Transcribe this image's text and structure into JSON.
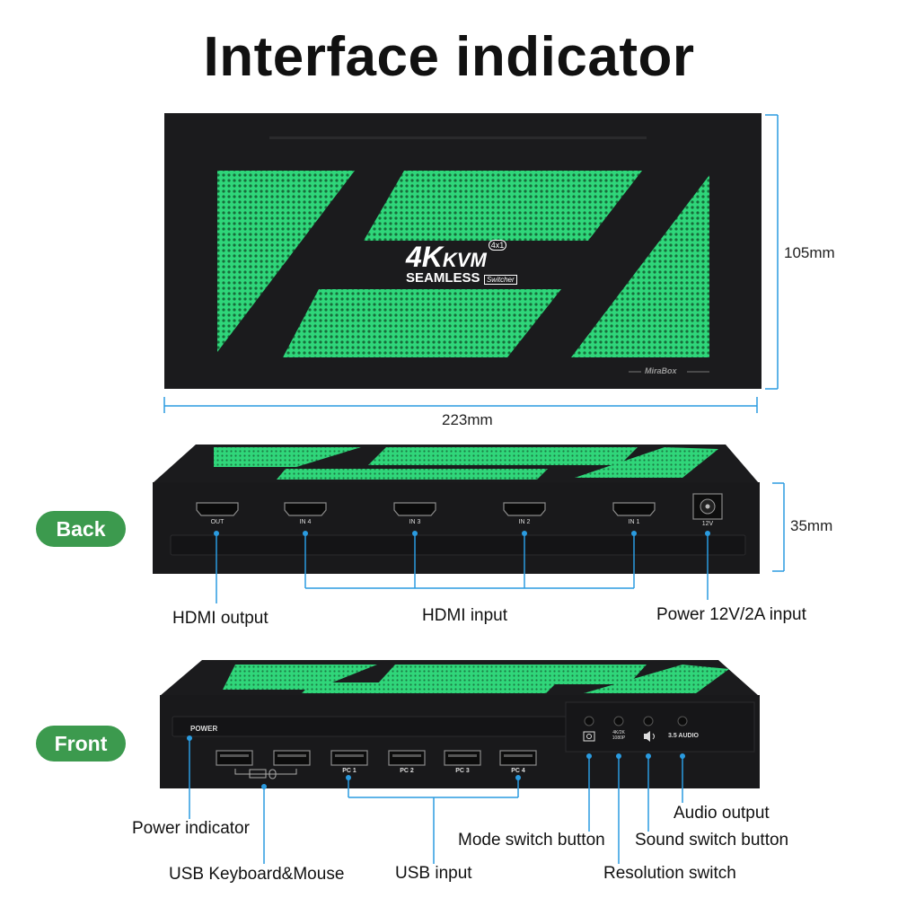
{
  "title": "Interface indicator",
  "top_view": {
    "logo": {
      "big": "4K",
      "kvm": "KVM",
      "badge": "4x1",
      "seamless": "SEAMLESS",
      "switcher": "Switcher"
    },
    "brand": "MiraBox",
    "width_dim": "223mm",
    "depth_dim": "105mm"
  },
  "back_view": {
    "pill": "Back",
    "height_dim": "35mm",
    "ports": [
      "OUT",
      "IN 4",
      "IN 3",
      "IN 2",
      "IN 1"
    ],
    "power_port": "12V",
    "callouts": {
      "hdmi_output": "HDMI output",
      "hdmi_input": "HDMI input",
      "power_input": "Power 12V/2A input"
    }
  },
  "front_view": {
    "pill": "Front",
    "power_text": "POWER",
    "usb_ports": [
      "PC 1",
      "PC 2",
      "PC 3",
      "PC 4"
    ],
    "resolution_text": "4K/2K\n1080P",
    "audio_text": "3.5 AUDIO",
    "callouts": {
      "power_indicator": "Power indicator",
      "usb_keyboard_mouse": "USB Keyboard&Mouse",
      "usb_input": "USB input",
      "mode_switch": "Mode switch button",
      "resolution_switch": "Resolution switch",
      "sound_switch": "Sound switch  button",
      "audio_output": "Audio output"
    }
  },
  "colors": {
    "accent_green": "#2fd67a",
    "pill_green": "#3c9a4e",
    "callout_blue": "#2a9be0",
    "device_black": "#1d1d1f"
  }
}
